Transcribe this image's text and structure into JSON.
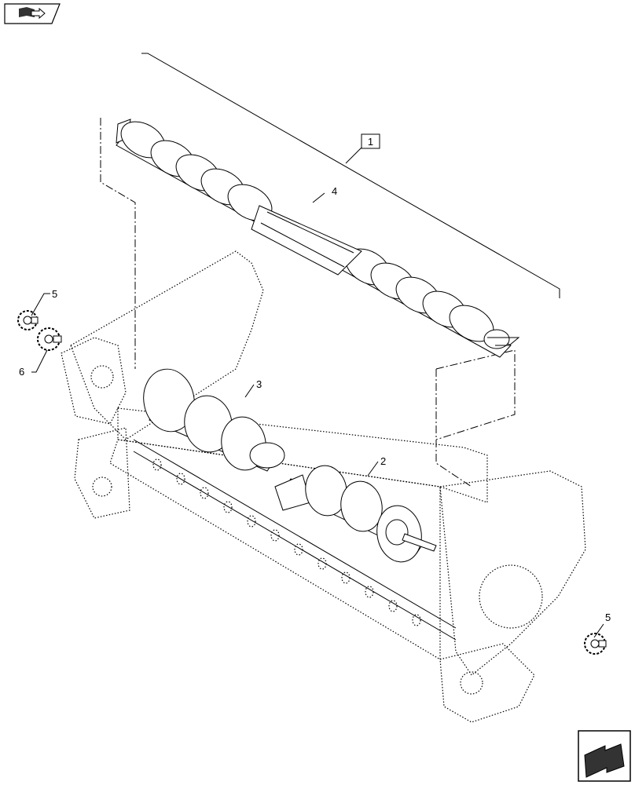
{
  "icons": {
    "top_left": "book-with-arrow-icon",
    "bottom_right": "continue-arrow-icon"
  },
  "callouts": {
    "c1": "1",
    "c2": "2",
    "c3": "3",
    "c4": "4",
    "c5a": "5",
    "c5b": "5",
    "c6": "6"
  }
}
